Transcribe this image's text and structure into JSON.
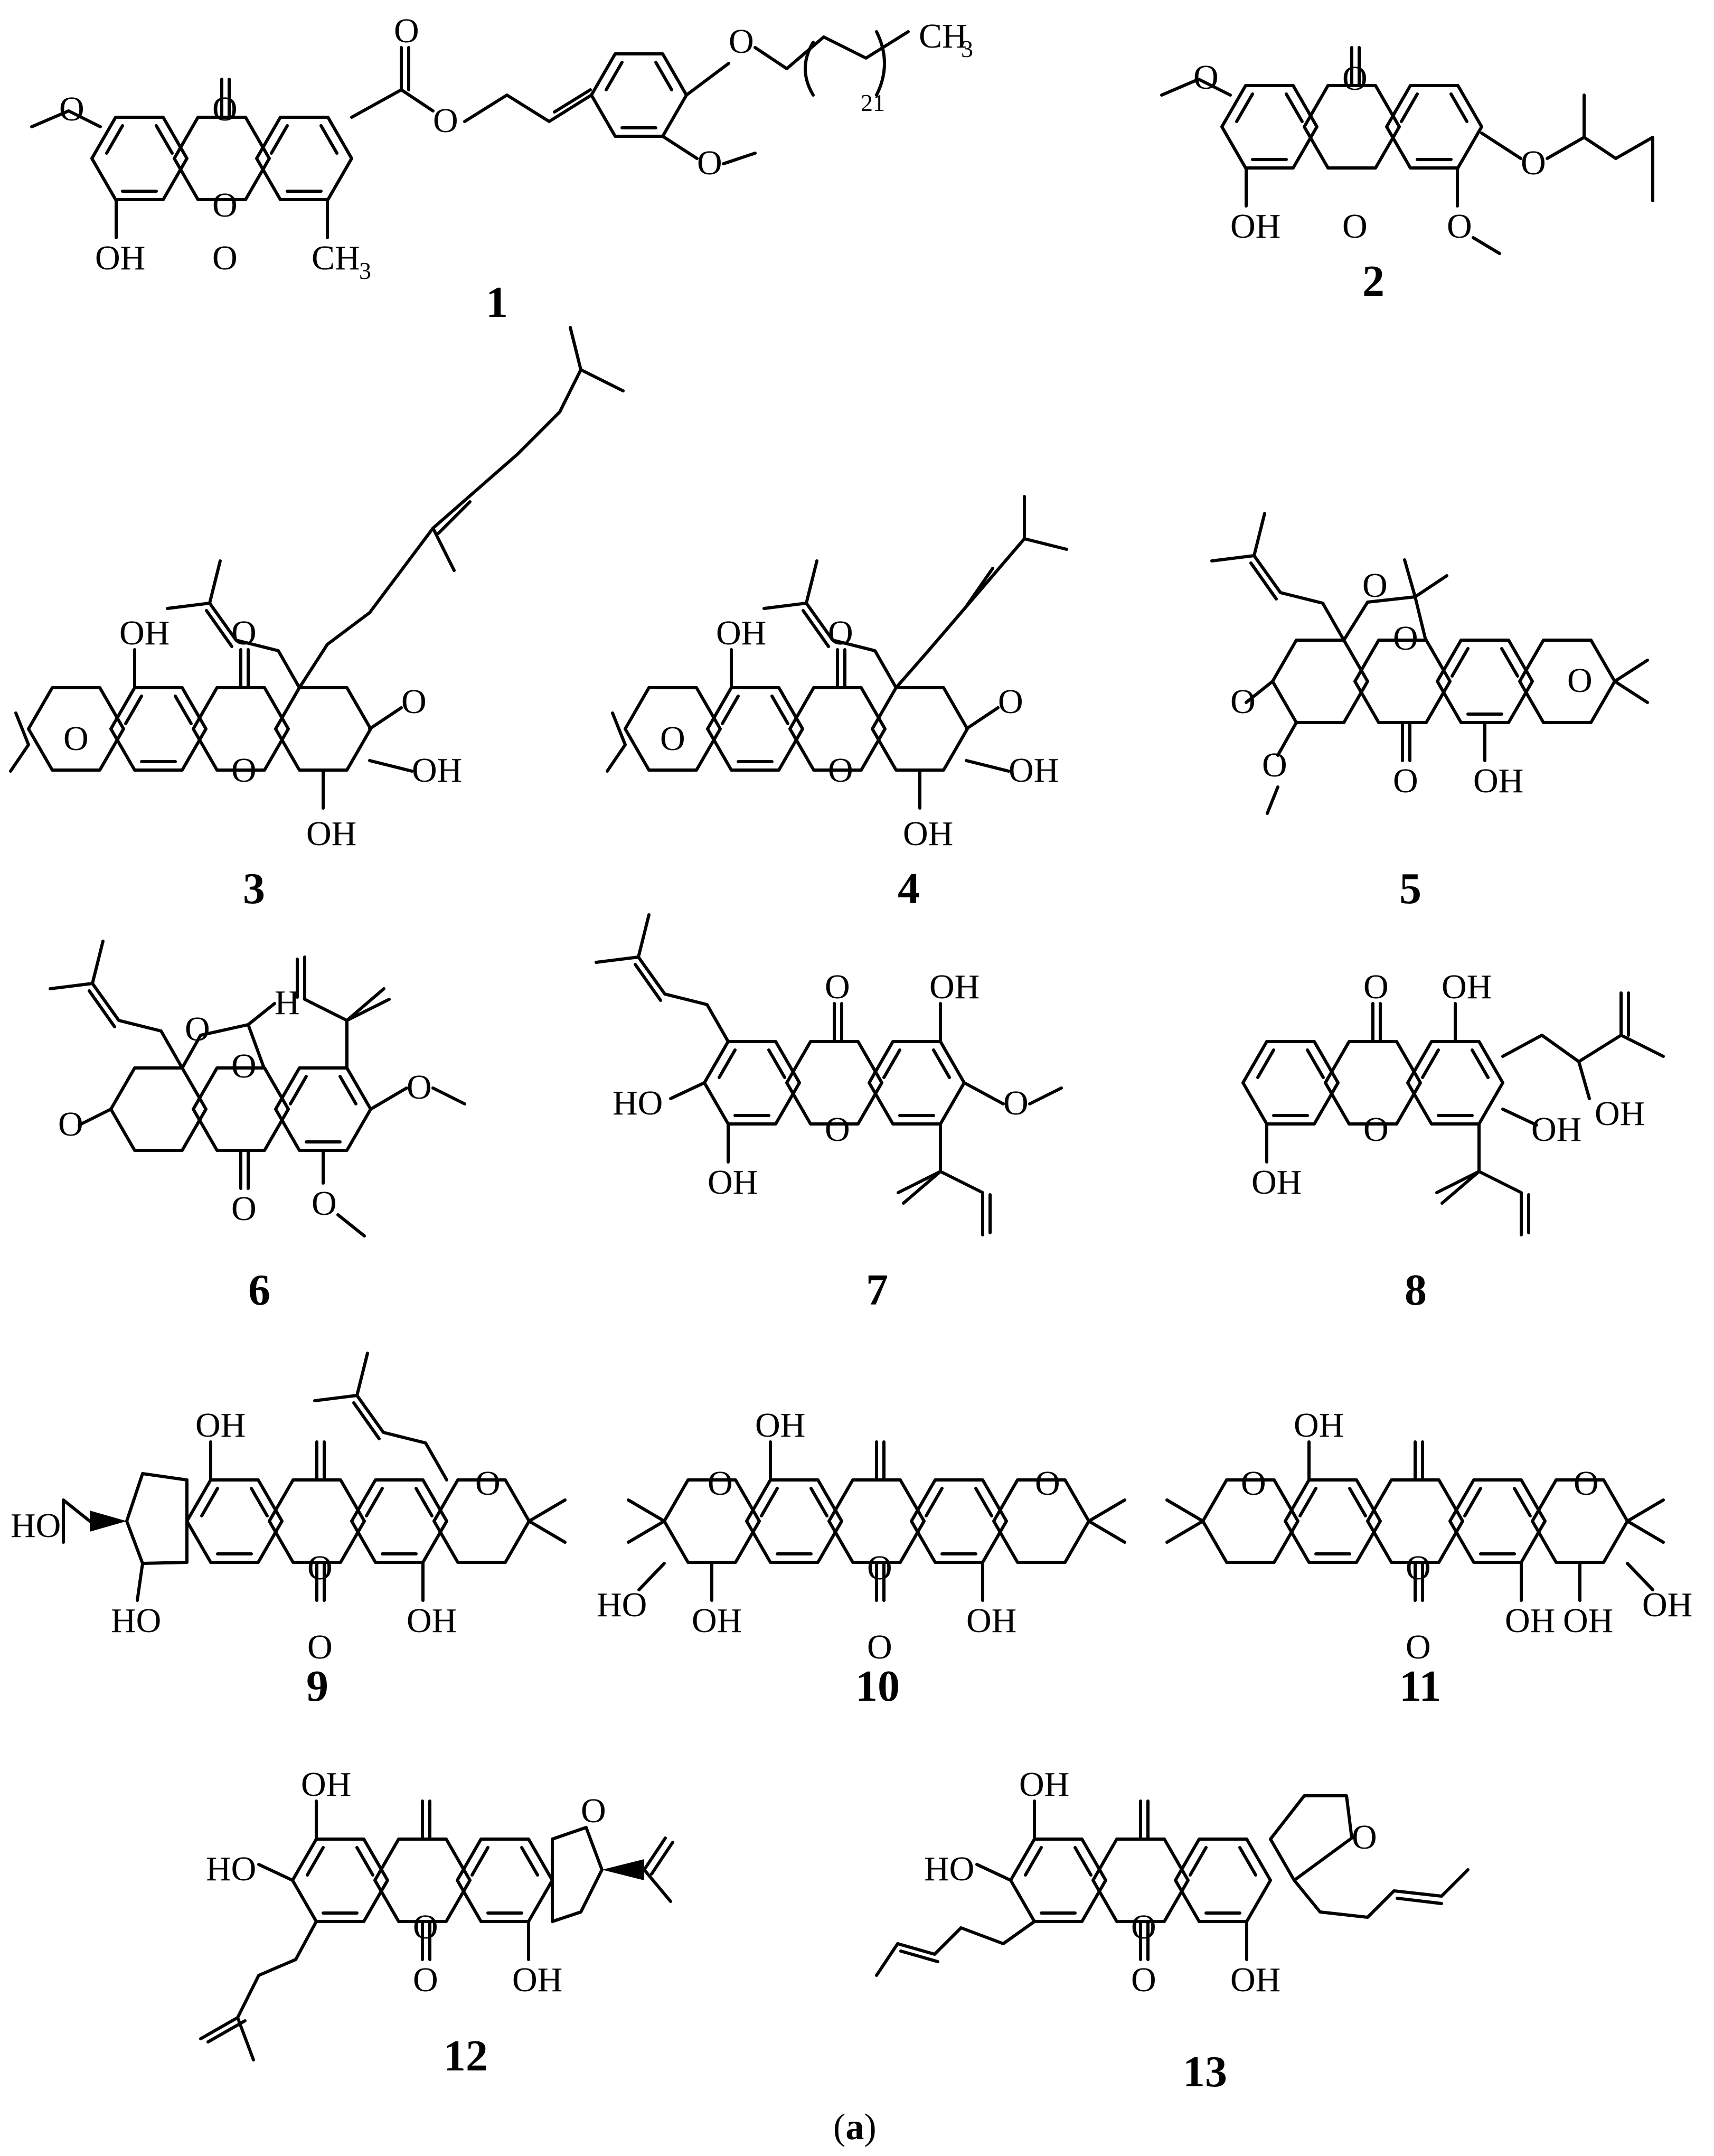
{
  "caption": {
    "open": "(",
    "letter": "a",
    "close": ")"
  },
  "labels": {
    "o": "O",
    "oh": "OH",
    "ho": "HO",
    "h": "H",
    "ch3": "CH",
    "ch3_sub": "3",
    "chain_sub": "21"
  },
  "compounds": [
    "1",
    "2",
    "3",
    "4",
    "5",
    "6",
    "7",
    "8",
    "9",
    "10",
    "11",
    "12",
    "13"
  ]
}
